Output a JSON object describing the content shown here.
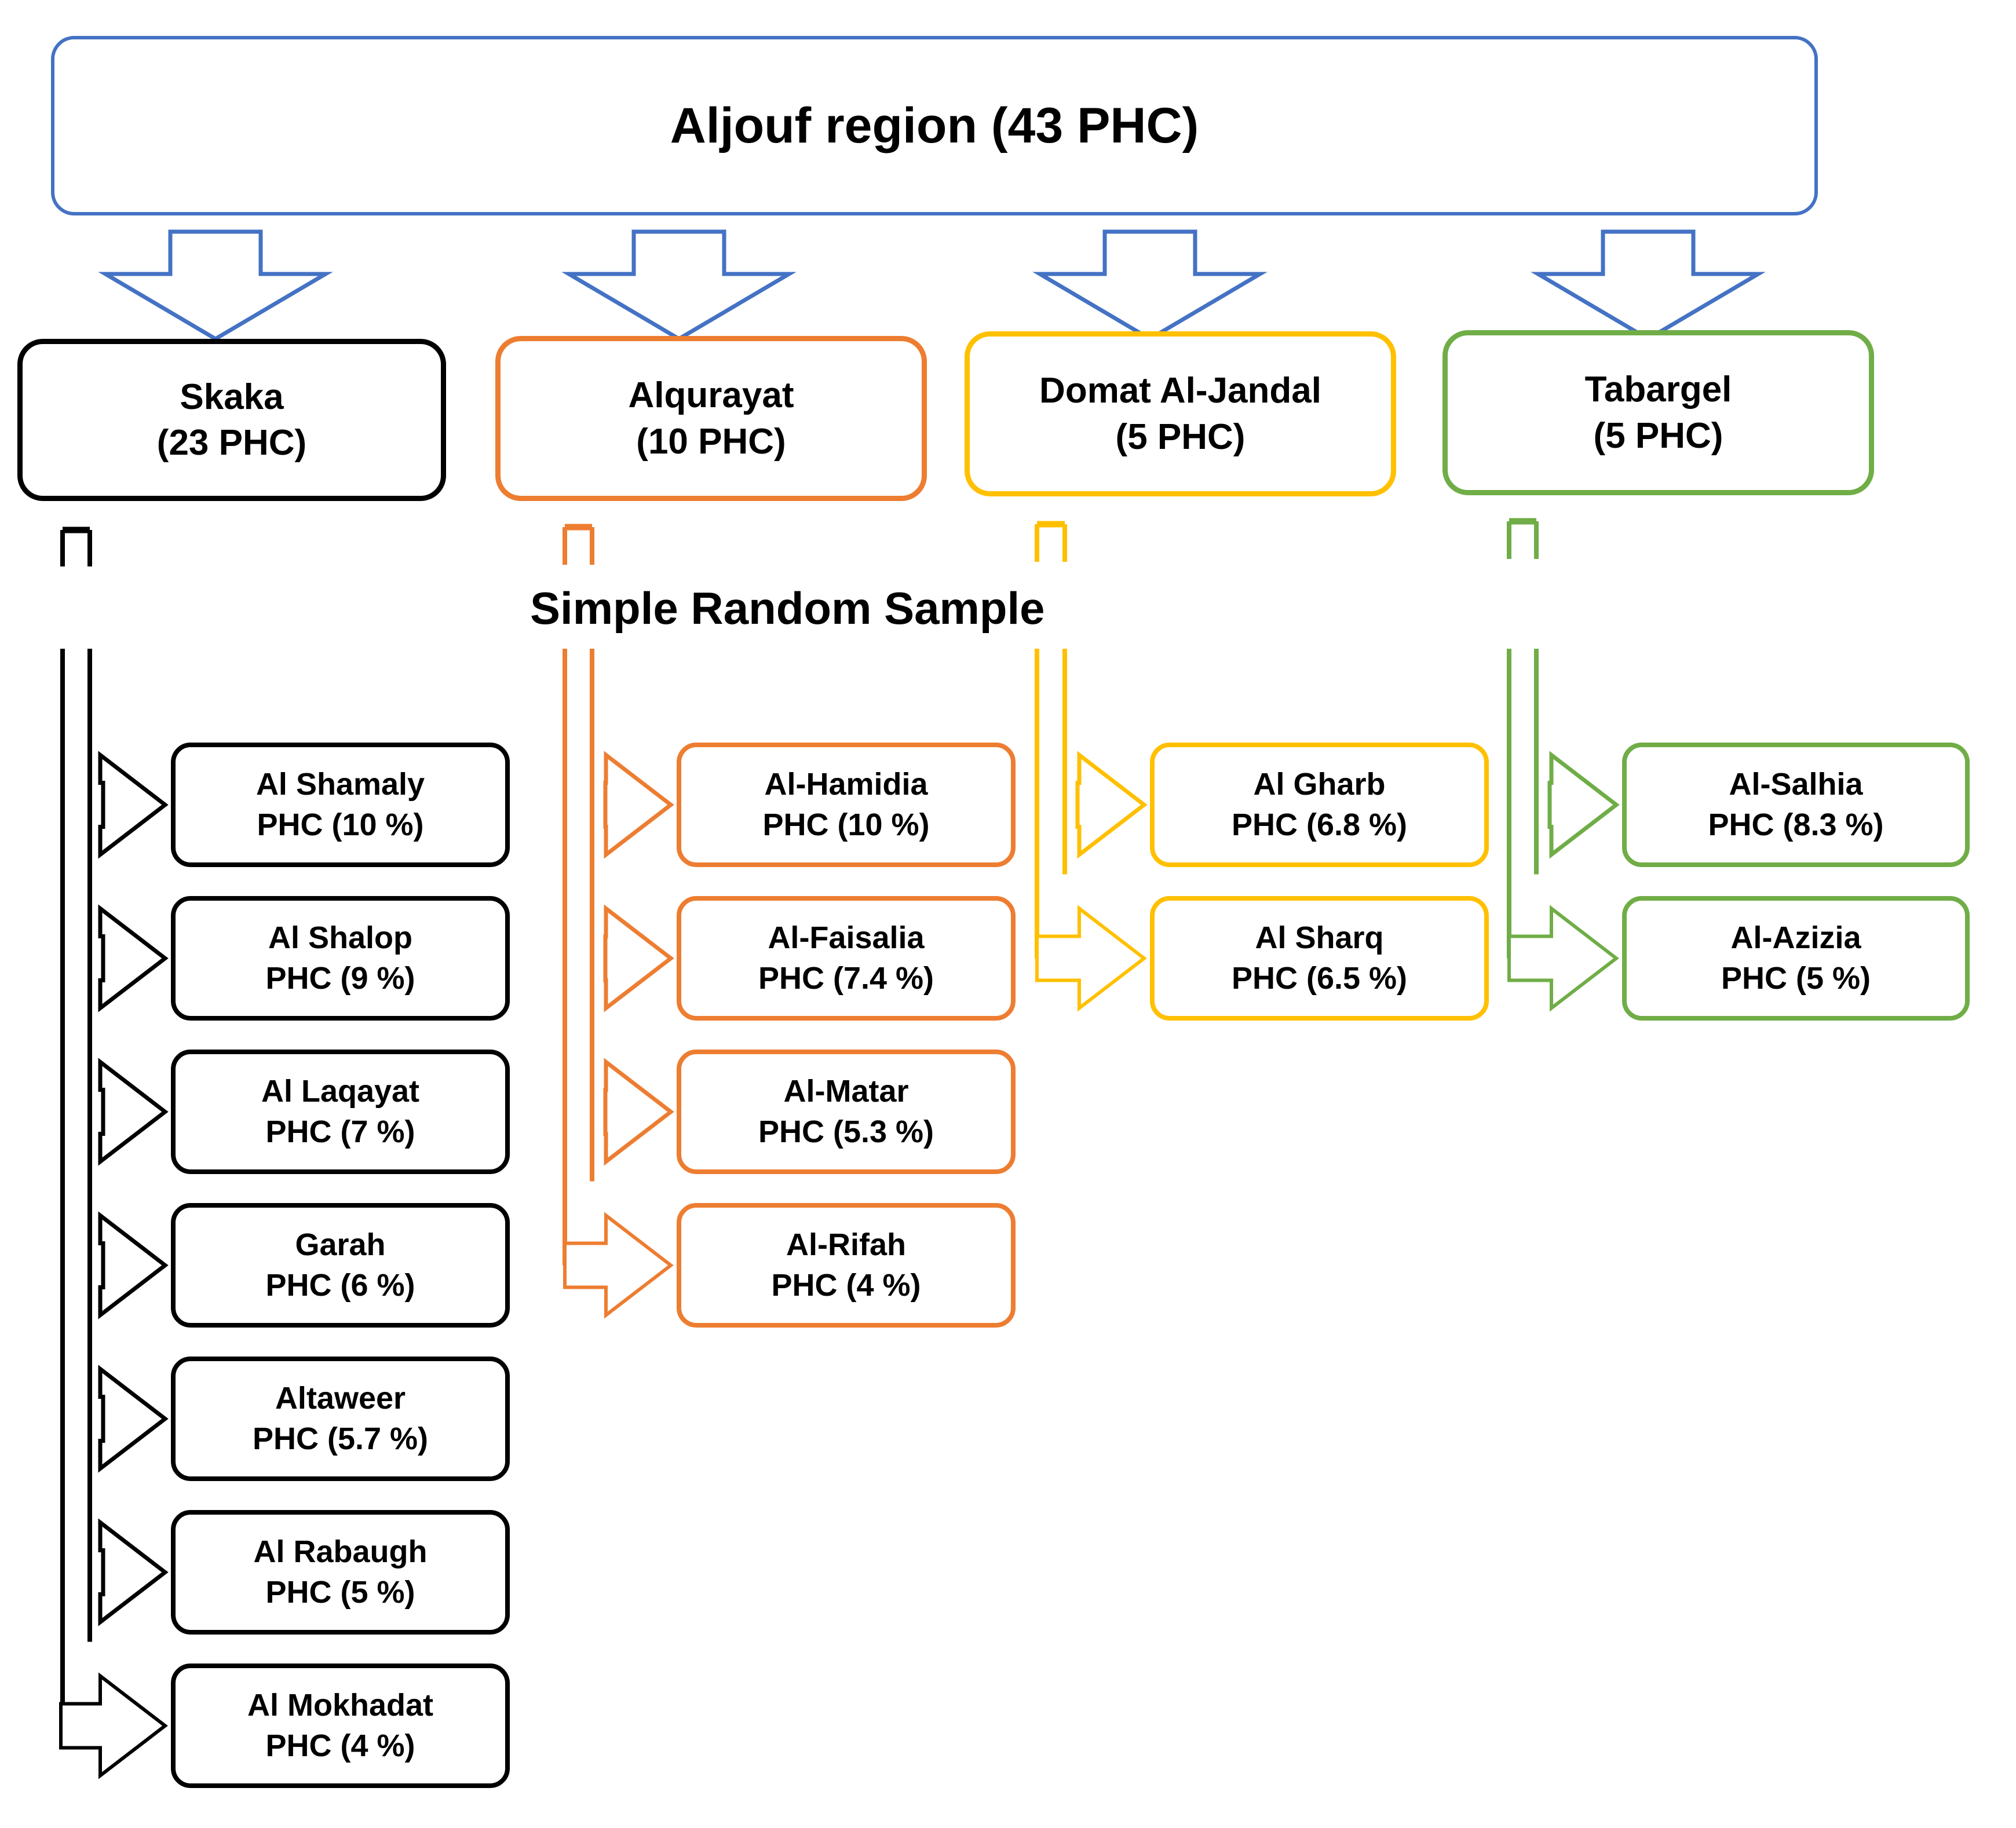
{
  "diagram": {
    "title": "Aljouf region (43 PHC)",
    "sampling_label": "Simple Random Sample",
    "colors": {
      "root": "#4472C4",
      "skaka": "#000000",
      "alqurayat": "#ED7D31",
      "domat": "#FFC000",
      "tabargel": "#70AD47",
      "background": "#FFFFFF",
      "text": "#000000"
    },
    "root": {
      "label": "Aljouf region (43 PHC)",
      "region_name": "Aljouf region",
      "phc_count": "43 PHC"
    },
    "governorates": [
      {
        "id": "skaka",
        "name": "Skaka",
        "phc": "(23 PHC)",
        "color": "#000000"
      },
      {
        "id": "alqurayat",
        "name": "Alqurayat",
        "phc": "(10 PHC)",
        "color": "#ED7D31"
      },
      {
        "id": "domat",
        "name": "Domat Al-Jandal",
        "phc": "(5 PHC)",
        "color": "#FFC000"
      },
      {
        "id": "tabargel",
        "name": "Tabargel",
        "phc": "(5 PHC)",
        "color": "#70AD47"
      }
    ],
    "columns": [
      {
        "id": "skaka",
        "color": "#000000",
        "centers": [
          {
            "name": "Al Shamaly",
            "phc": "PHC (10 %)",
            "percent": 10
          },
          {
            "name": "Al Shalop",
            "phc": "PHC (9 %)",
            "percent": 9
          },
          {
            "name": "Al Laqayat",
            "phc": "PHC (7 %)",
            "percent": 7
          },
          {
            "name": "Garah",
            "phc": "PHC (6 %)",
            "percent": 6
          },
          {
            "name": "Altaweer",
            "phc": "PHC (5.7 %)",
            "percent": 5.7
          },
          {
            "name": "Al Rabaugh",
            "phc": "PHC (5 %)",
            "percent": 5
          },
          {
            "name": "Al Mokhadat",
            "phc": "PHC (4 %)",
            "percent": 4
          }
        ]
      },
      {
        "id": "alqurayat",
        "color": "#ED7D31",
        "centers": [
          {
            "name": "Al-Hamidia",
            "phc": "PHC (10 %)",
            "percent": 10
          },
          {
            "name": "Al-Faisalia",
            "phc": "PHC (7.4 %)",
            "percent": 7.4
          },
          {
            "name": "Al-Matar",
            "phc": "PHC (5.3 %)",
            "percent": 5.3
          },
          {
            "name": "Al-Rifah",
            "phc": "PHC (4 %)",
            "percent": 4
          }
        ]
      },
      {
        "id": "domat",
        "color": "#FFC000",
        "centers": [
          {
            "name": "Al Gharb",
            "phc": "PHC (6.8 %)",
            "percent": 6.8
          },
          {
            "name": "Al Sharq",
            "phc": "PHC (6.5 %)",
            "percent": 6.5
          }
        ]
      },
      {
        "id": "tabargel",
        "color": "#70AD47",
        "centers": [
          {
            "name": "Al-Salhia",
            "phc": "PHC (8.3 %)",
            "percent": 8.3
          },
          {
            "name": "Al-Azizia",
            "phc": "PHC (5 %)",
            "percent": 5
          }
        ]
      }
    ]
  }
}
